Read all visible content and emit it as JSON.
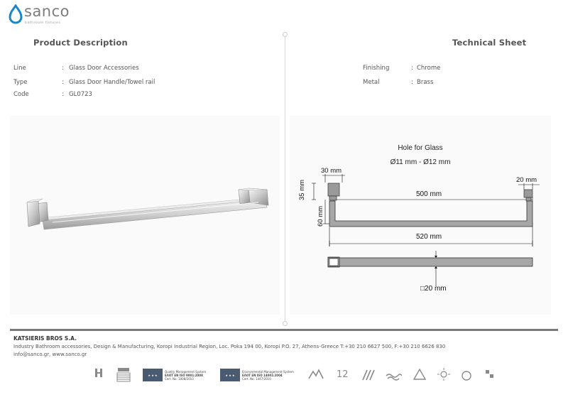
{
  "brand": {
    "name": "sanco",
    "tagline": "bathroom fixtures",
    "color": "#1a87c9"
  },
  "left": {
    "title": "Product Description",
    "rows": [
      {
        "label": "Line",
        "value": "Glass Door Accessories"
      },
      {
        "label": "Type",
        "value": "Glass Door Handle/Towel rail"
      },
      {
        "label": "Code",
        "value": "GL0723"
      }
    ]
  },
  "right": {
    "title": "Technical Sheet",
    "rows": [
      {
        "label": "Finishing",
        "value": "Chrome"
      },
      {
        "label": "Metal",
        "value": "Brass"
      }
    ]
  },
  "drawing": {
    "hole_title": "Hole for Glass",
    "hole_range": "Ø11 mm - Ø12 mm",
    "dim_30": "30 mm",
    "dim_20": "20 mm",
    "dim_35": "35 mm",
    "dim_60": "60 mm",
    "dim_500": "500 mm",
    "dim_520": "520 mm",
    "dim_square": "□20 mm"
  },
  "footer": {
    "company": "KATSIERIS BROS S.A.",
    "line1": "Industry Bathroom accessories, Design & Manufacturing, Koropi Industrial Region, Loc. Poka 194 00, Koropi P.O. 27, Athens-Greece   T:+30 210 6627 500, F:+30 210 6626 830",
    "line2": "info@sanco.gr, www.sanco.gr",
    "cert1": [
      "Quality Management System",
      "ΕΛΟΤ EN ISO 9001:2008",
      "Cert. No: 1008/2010"
    ],
    "cert2": [
      "Environmental Management System",
      "ΕΛΟΤ EN ISO 14001:2004",
      "Cert. No: 1447/2010"
    ],
    "icon_names": [
      "hotels-icon",
      "greek-made-icon",
      "iso-9001-certificate-icon",
      "iso-14001-certificate-icon",
      "katsieris-icon",
      "12-years-warranty-icon",
      "brass-icon",
      "saltwater-icon",
      "recycle-icon",
      "sun-icon",
      "eco-icon",
      "nano-icon"
    ]
  }
}
